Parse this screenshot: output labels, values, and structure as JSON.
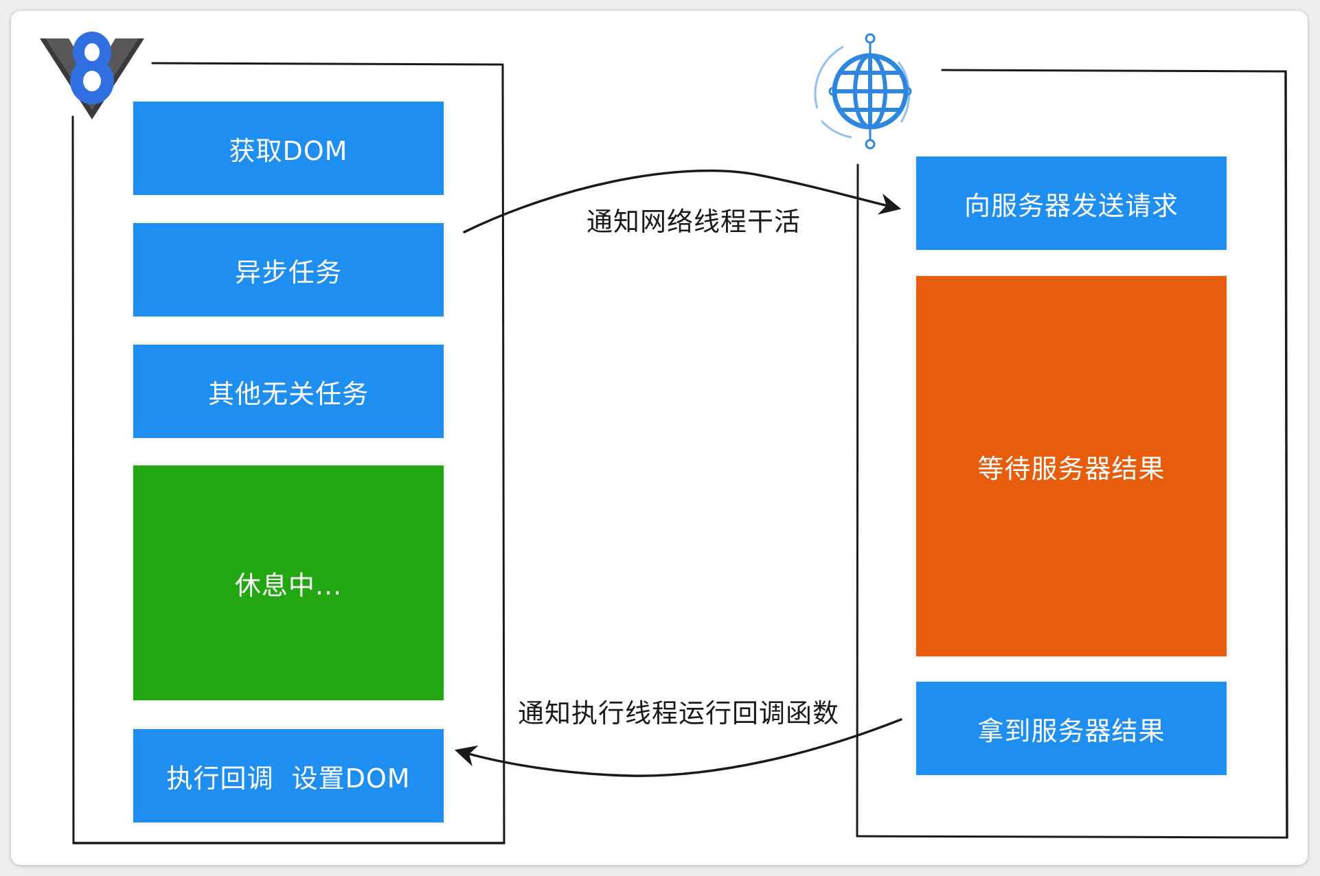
{
  "colors": {
    "task_blue": "#1f8ef1",
    "rest_green": "#22a612",
    "wait_orange": "#e85d0c",
    "stroke": "#1a1a1a",
    "logo_blue": "#2f6fe0",
    "globe_blue": "#2e86de"
  },
  "left_thread": {
    "logo_icon": "v8-logo",
    "tasks": [
      {
        "label": "获取DOM",
        "kind": "task"
      },
      {
        "label": "异步任务",
        "kind": "task"
      },
      {
        "label": "其他无关任务",
        "kind": "task"
      },
      {
        "label": "休息中...",
        "kind": "rest"
      },
      {
        "label": "执行回调  设置DOM",
        "kind": "task"
      }
    ]
  },
  "right_thread": {
    "logo_icon": "globe-network-icon",
    "tasks": [
      {
        "label": "向服务器发送请求",
        "kind": "task"
      },
      {
        "label": "等待服务器结果",
        "kind": "wait"
      },
      {
        "label": "拿到服务器结果",
        "kind": "task"
      }
    ]
  },
  "arrows": {
    "notify_network": "通知网络线程干活",
    "notify_main": "通知执行线程运行回调函数"
  }
}
